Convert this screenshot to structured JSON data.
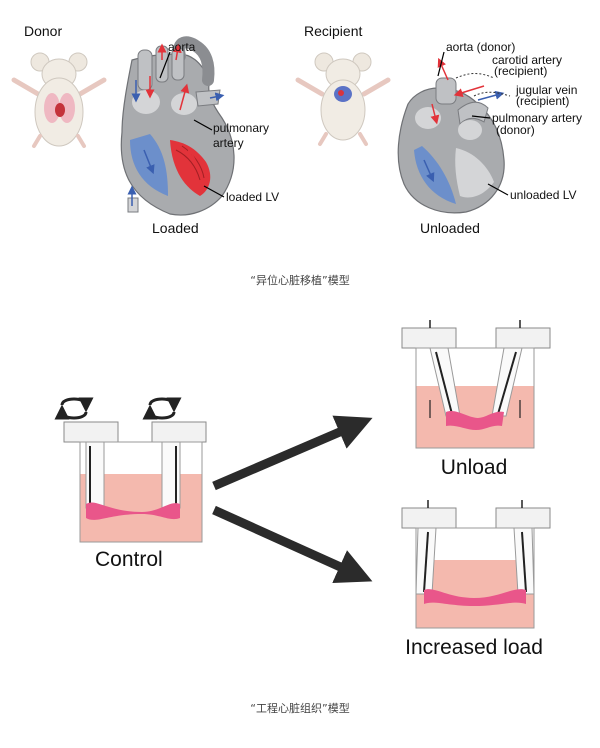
{
  "top_panel": {
    "donor_label": "Donor",
    "recipient_label": "Recipient",
    "loaded_heart": {
      "aorta": "aorta",
      "pulmonary_artery_line1": "pulmonary",
      "pulmonary_artery_line2": "artery",
      "loaded_lv": "loaded LV",
      "state": "Loaded"
    },
    "unloaded_heart": {
      "aorta": "aorta (donor)",
      "carotid_line1": "carotid artery",
      "carotid_line2": "(recipient)",
      "jugular_line1": "jugular vein",
      "jugular_line2": "(recipient)",
      "pulmonary_line1": "pulmonary artery",
      "pulmonary_line2": "(donor)",
      "unloaded_lv": "unloaded LV",
      "state": "Unloaded"
    },
    "caption": "“异位心脏移植”模型"
  },
  "bottom_panel": {
    "control_label": "Control",
    "unload_label": "Unload",
    "increased_load_label": "Increased load",
    "caption": "“工程心脏组织”模型"
  },
  "colors": {
    "heart_gray": "#a9abae",
    "heart_light": "#d4d5d7",
    "loaded_red": "#e2333a",
    "vein_blue": "#5b7fc0",
    "medium_pink": "#f4b9ae",
    "tissue_pink": "#e9568a"
  }
}
